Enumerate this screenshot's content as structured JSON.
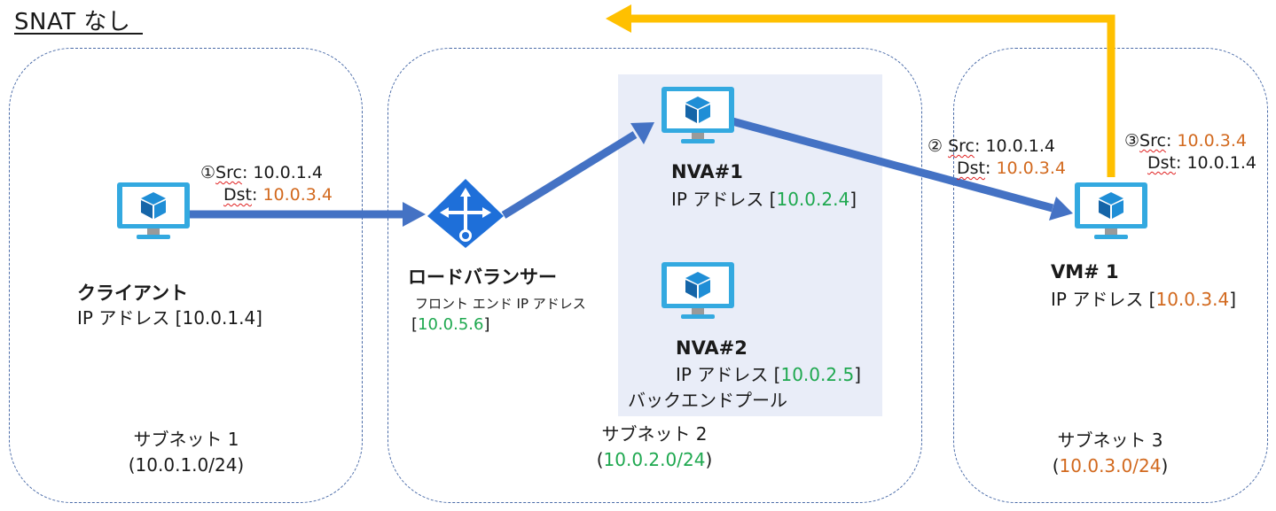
{
  "title": "SNAT なし",
  "subnets": [
    {
      "name": "サブネット 1",
      "cidr": "(10.0.1.0/24)"
    },
    {
      "name": "サブネット 2",
      "cidr_open": "(",
      "cidr": "10.0.2.0/24",
      "cidr_close": ")"
    },
    {
      "name": "サブネット 3",
      "cidr_open": "(",
      "cidr": "10.0.3.0/24",
      "cidr_close": ")"
    }
  ],
  "client": {
    "name": "クライアント",
    "ip": "IP アドレス [10.0.1.4]"
  },
  "lb": {
    "name": "ロードバランサー",
    "frontend_label": "フロント エンド IP アドレス",
    "ip_open": "[",
    "ip": "10.0.5.6",
    "ip_close": "]"
  },
  "nva1": {
    "name": "NVA#1",
    "ip_prefix": "IP アドレス [",
    "ip": "10.0.2.4",
    "ip_close": "]"
  },
  "nva2": {
    "name": "NVA#2",
    "ip_prefix": "IP アドレス [",
    "ip": "10.0.2.5",
    "ip_close": "]"
  },
  "backend_pool": "バックエンドプール",
  "vm1": {
    "name": "VM# 1",
    "ip_prefix": "IP アドレス [",
    "ip": "10.0.3.4",
    "ip_close": "]"
  },
  "packets": [
    {
      "step": "①",
      "src_label": "Src",
      "src": "10.0.1.4",
      "dst_label": "Dst",
      "dst": "10.0.3.4"
    },
    {
      "step": "②",
      "src_label": "Src",
      "src": "10.0.1.4",
      "dst_label": "Dst",
      "dst": "10.0.3.4"
    },
    {
      "step": "③",
      "src_label": "Src",
      "src": "10.0.3.4",
      "dst_label": "Dst",
      "dst": "10.0.1.4"
    }
  ],
  "colors": {
    "arrow_blue": "#4472c4",
    "arrow_yellow": "#ffc000",
    "monitor_blue": "#33a9e0",
    "ip_green": "#1ea84f",
    "ip_orange": "#d2691e",
    "lb_blue": "#1e6fd9"
  },
  "icons": [
    "vm-monitor-icon",
    "load-balancer-icon"
  ]
}
